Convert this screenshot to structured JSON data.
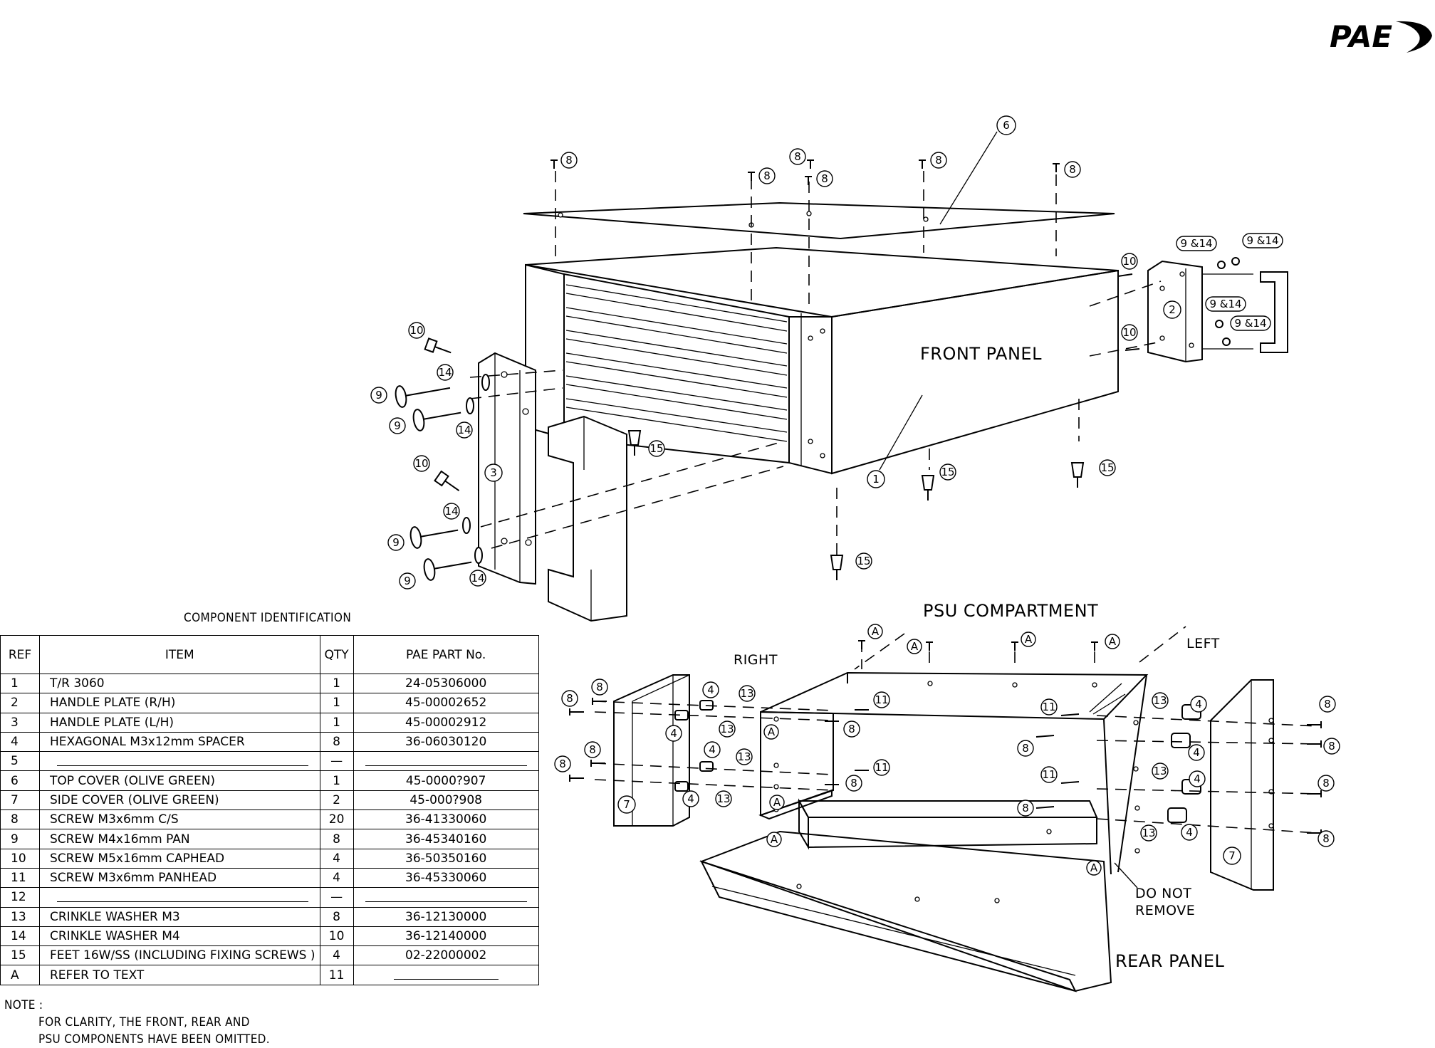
{
  "brand": {
    "logo_text": "PAE"
  },
  "labels": {
    "front_panel": "FRONT PANEL",
    "psu_compartment": "PSU COMPARTMENT",
    "rear_panel": "REAR PANEL",
    "right": "RIGHT",
    "left": "LEFT",
    "do_not": "DO NOT",
    "remove": "REMOVE"
  },
  "callouts": {
    "c1": "1",
    "c2": "2",
    "c3": "3",
    "c4": "4",
    "c6": "6",
    "c7": "7",
    "c8": "8",
    "c9": "9",
    "c10": "10",
    "c11": "11",
    "c13": "13",
    "c14": "14",
    "c15": "15",
    "c9_14": "9 &14",
    "cA": "A"
  },
  "table": {
    "title": "COMPONENT IDENTIFICATION",
    "headers": {
      "ref": "REF",
      "item": "ITEM",
      "qty": "QTY",
      "part": "PAE PART No."
    },
    "rows": [
      {
        "ref": "1",
        "item": "T/R 3060",
        "qty": "1",
        "part": "24-05306000"
      },
      {
        "ref": "2",
        "item": "HANDLE PLATE (R/H)",
        "qty": "1",
        "part": "45-00002652"
      },
      {
        "ref": "3",
        "item": "HANDLE PLATE (L/H)",
        "qty": "1",
        "part": "45-00002912"
      },
      {
        "ref": "4",
        "item": "HEXAGONAL M3x12mm SPACER",
        "qty": "8",
        "part": "36-06030120"
      },
      {
        "ref": "5",
        "item": "",
        "qty": "—",
        "part": ""
      },
      {
        "ref": "6",
        "item": "TOP COVER (OLIVE GREEN)",
        "qty": "1",
        "part": "45-0000?907"
      },
      {
        "ref": "7",
        "item": "SIDE COVER (OLIVE GREEN)",
        "qty": "2",
        "part": "45-000?908"
      },
      {
        "ref": "8",
        "item": "SCREW M3x6mm C/S",
        "qty": "20",
        "part": "36-41330060"
      },
      {
        "ref": "9",
        "item": "SCREW M4x16mm PAN",
        "qty": "8",
        "part": "36-45340160"
      },
      {
        "ref": "10",
        "item": "SCREW M5x16mm CAPHEAD",
        "qty": "4",
        "part": "36-50350160"
      },
      {
        "ref": "11",
        "item": "SCREW M3x6mm PANHEAD",
        "qty": "4",
        "part": "36-45330060"
      },
      {
        "ref": "12",
        "item": "",
        "qty": "—",
        "part": ""
      },
      {
        "ref": "13",
        "item": "CRINKLE WASHER M3",
        "qty": "8",
        "part": "36-12130000"
      },
      {
        "ref": "14",
        "item": "CRINKLE WASHER M4",
        "qty": "10",
        "part": "36-12140000"
      },
      {
        "ref": "15",
        "item": "FEET 16W/SS (INCLUDING FIXING SCREWS    )",
        "qty": "4",
        "part": "02-22000002"
      },
      {
        "ref": "A",
        "item": "REFER TO TEXT",
        "qty": "11",
        "part": ""
      }
    ]
  },
  "note": {
    "label": "NOTE :",
    "line1": "FOR CLARITY, THE FRONT, REAR AND",
    "line2": "PSU COMPONENTS HAVE BEEN OMITTED."
  }
}
